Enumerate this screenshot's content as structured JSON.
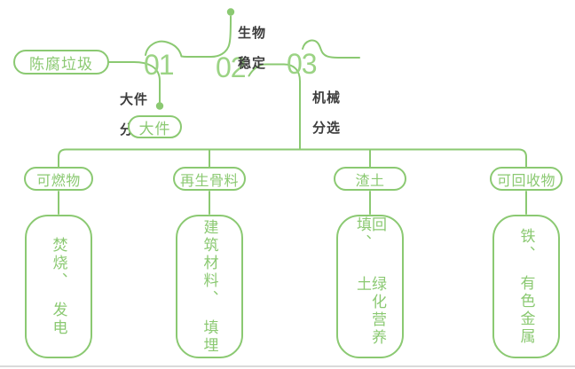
{
  "colors": {
    "line_green": "#8bc972",
    "number_green": "#9bd384",
    "dark_text": "#3d3d3d"
  },
  "source": {
    "label": "陈腐垃圾"
  },
  "steps": [
    {
      "number": "01",
      "label": [
        "大件",
        "分选"
      ],
      "output": "大件"
    },
    {
      "number": "02",
      "label": [
        "生物",
        "稳定"
      ]
    },
    {
      "number": "03",
      "label": [
        "机械",
        "分选"
      ]
    }
  ],
  "branches": [
    {
      "category": "可燃物",
      "destination": [
        "焚烧、",
        "发电"
      ]
    },
    {
      "category": "再生骨料",
      "destination": [
        "建筑材料、",
        "填埋"
      ]
    },
    {
      "category": "渣土",
      "destination": [
        "回填、",
        "绿化营养土"
      ]
    },
    {
      "category": "可回收物",
      "destination": [
        "铁、",
        "有色金属"
      ]
    }
  ]
}
